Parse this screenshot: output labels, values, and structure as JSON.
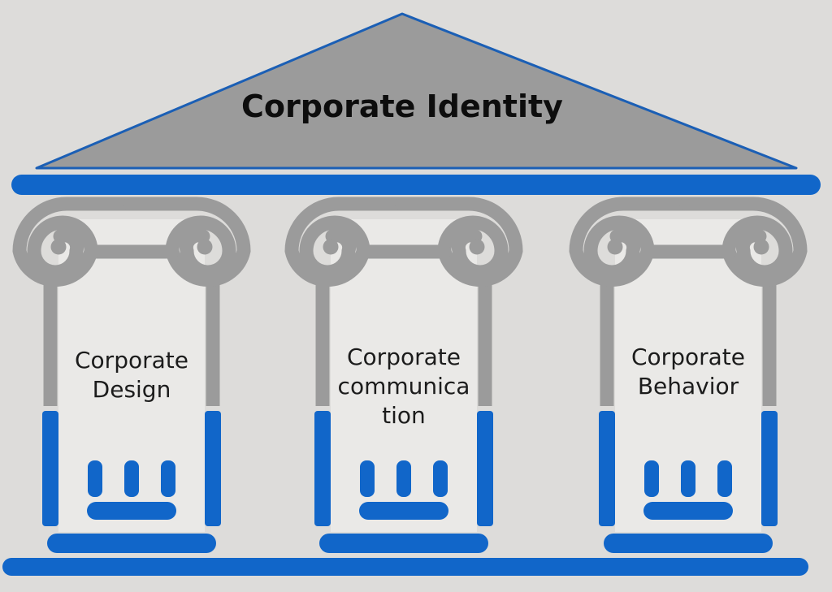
{
  "title": "Corporate Identity",
  "pillars": [
    {
      "label": "Corporate\nDesign"
    },
    {
      "label": "Corporate\ncommunica\ntion"
    },
    {
      "label": "Corporate\nBehavior"
    }
  ],
  "icons": {
    "pediment": "temple-pediment-icon",
    "capital": "ionic-capital-icon",
    "base": "column-base-icon"
  },
  "colors": {
    "accent_blue": "#1166c9",
    "pediment_border_blue": "#1b5fb5",
    "stone_gray": "#9b9b9b",
    "background": "#dddcda",
    "column_panel": "#eae9e7",
    "text": "#0d0d0d"
  }
}
